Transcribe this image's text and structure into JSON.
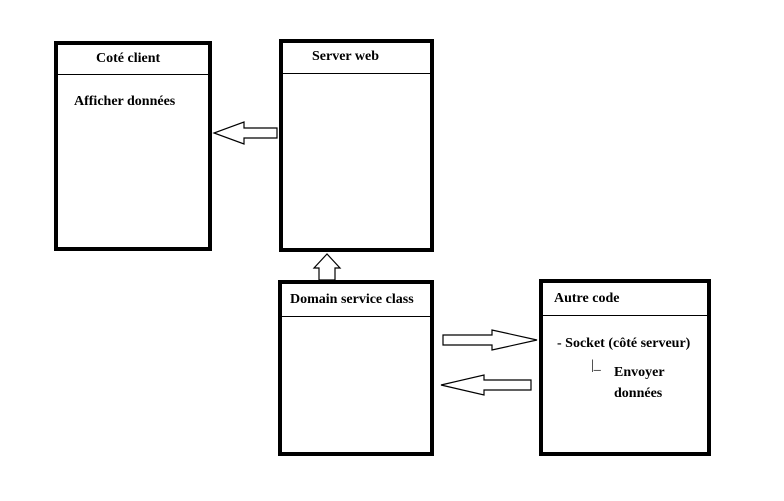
{
  "boxes": {
    "client": {
      "title": "Coté client",
      "content": "Afficher données"
    },
    "server": {
      "title": "Server web"
    },
    "domain": {
      "title": "Domain service class"
    },
    "other": {
      "title": "Autre code",
      "socket": "- Socket (côté serveur)",
      "branch": "|_",
      "send_line1": "Envoyer",
      "send_line2": "données"
    }
  },
  "colors": {
    "stroke": "#000000",
    "background": "#ffffff"
  }
}
